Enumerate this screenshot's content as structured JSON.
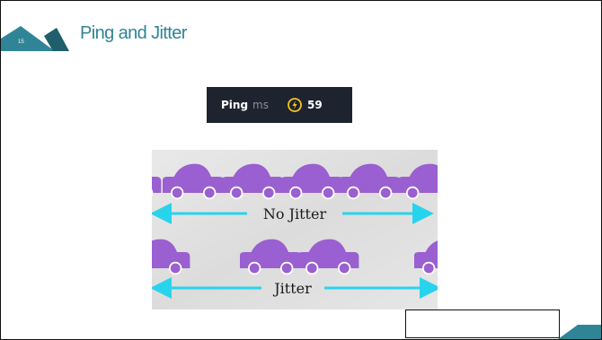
{
  "slide": {
    "number": "15",
    "title": "Ping and Jitter",
    "accent_color": "#2f8596",
    "corner_dark": "#1f5f6c"
  },
  "ping_widget": {
    "label": "Ping",
    "unit": "ms",
    "icon": "ping-speed-icon",
    "value": "59",
    "icon_color": "#f5c518"
  },
  "jitter_illustration": {
    "label_top": "No Jitter",
    "label_bottom": "Jitter",
    "car_color": "#9a5fd0",
    "arrow_color": "#28d4ec"
  },
  "note_box": {
    "text": ""
  }
}
